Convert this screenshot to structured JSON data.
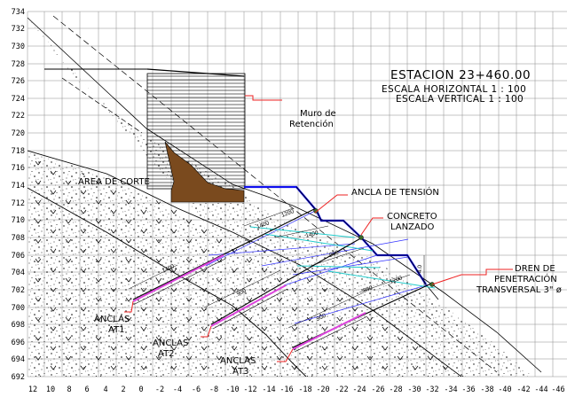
{
  "station": {
    "title": "ESTACION 23+460.00",
    "scale_horizontal": "ESCALA HORIZONTAL 1 : 100",
    "scale_vertical": "ESCALA VERTICAL 1 : 100"
  },
  "labels": {
    "muro_line1": "Muro de",
    "muro_line2": "Retención",
    "area_corte": "AREA DE CORTE",
    "ancla_tension": "ANCLA DE TENSIÓN",
    "concreto_line1": "CONCRETO",
    "concreto_line2": "LANZADO",
    "dren_line1": "DREN DE",
    "dren_line2": "PENETRACIÓN",
    "dren_line3": "TRANSVERSAL 3\" ø",
    "at1_line1": "ANCLAS",
    "at1_line2": "AT1",
    "at2_line1": "ANCLAS",
    "at2_line2": "AT2",
    "at3_line1": "ANCLAS",
    "at3_line2": "AT3"
  },
  "dimensions": [
    "1400",
    "900",
    "900",
    "1400",
    "1200",
    "1400",
    "900",
    "800",
    "1200",
    "4.0"
  ],
  "y_axis": [
    "734",
    "732",
    "730",
    "728",
    "726",
    "724",
    "722",
    "720",
    "718",
    "716",
    "714",
    "712",
    "710",
    "708",
    "706",
    "704",
    "702",
    "700",
    "698",
    "696",
    "694",
    "692"
  ],
  "x_axis": [
    "12",
    "10",
    "8",
    "6",
    "4",
    "2",
    "0",
    "-2",
    "-4",
    "-6",
    "-8",
    "-10",
    "-12",
    "-14",
    "-16",
    "-18",
    "-20",
    "-22",
    "-24",
    "-26",
    "-28",
    "-30",
    "-32",
    "-34",
    "-36",
    "-38",
    "-40",
    "-42",
    "-44",
    "-46"
  ],
  "colors": {
    "grid": "#8a8a8a",
    "terrain_profile": "#1010ee",
    "anchor": "#dd44dd",
    "drain": "#22cccc",
    "leader": "#ee2222",
    "cut_area": "#7a4a1e"
  }
}
